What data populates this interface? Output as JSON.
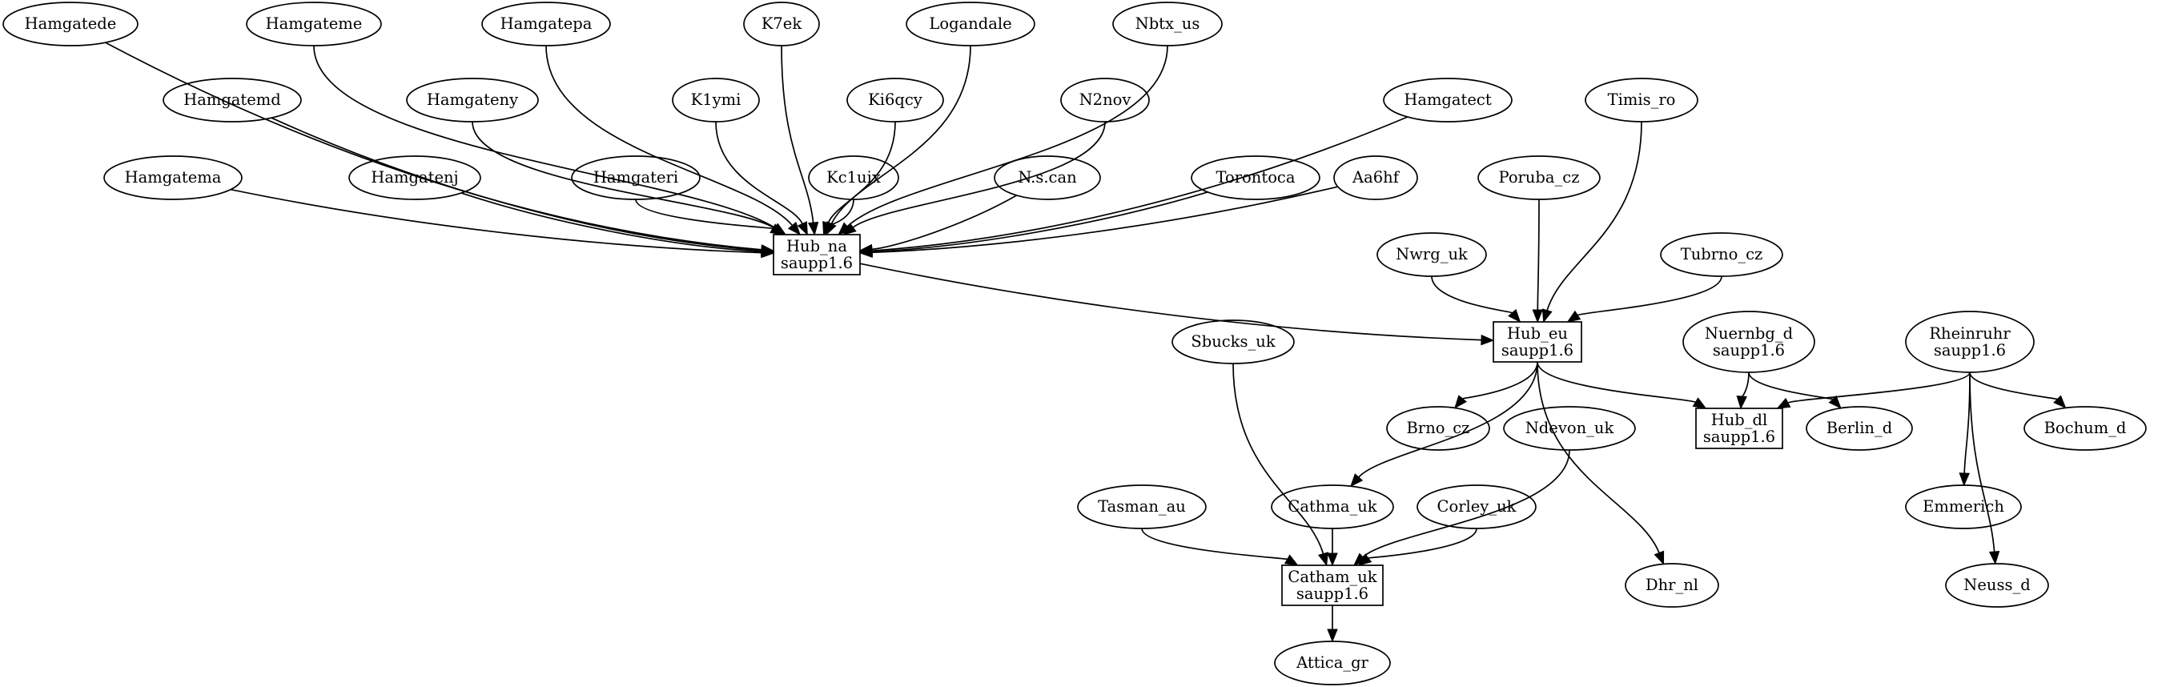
{
  "nodes": {
    "hamgatede": {
      "label": "Hamgatede",
      "shape": "ellipse"
    },
    "hamgateme": {
      "label": "Hamgateme",
      "shape": "ellipse"
    },
    "hamgatepa": {
      "label": "Hamgatepa",
      "shape": "ellipse"
    },
    "k7ek": {
      "label": "K7ek",
      "shape": "ellipse"
    },
    "logandale": {
      "label": "Logandale",
      "shape": "ellipse"
    },
    "nbtx_us": {
      "label": "Nbtx_us",
      "shape": "ellipse"
    },
    "hamgatemd": {
      "label": "Hamgatemd",
      "shape": "ellipse"
    },
    "hamgateny": {
      "label": "Hamgateny",
      "shape": "ellipse"
    },
    "k1ymi": {
      "label": "K1ymi",
      "shape": "ellipse"
    },
    "ki6qcy": {
      "label": "Ki6qcy",
      "shape": "ellipse"
    },
    "n2nov": {
      "label": "N2nov",
      "shape": "ellipse"
    },
    "hamgatect": {
      "label": "Hamgatect",
      "shape": "ellipse"
    },
    "timis_ro": {
      "label": "Timis_ro",
      "shape": "ellipse"
    },
    "hamgatema": {
      "label": "Hamgatema",
      "shape": "ellipse"
    },
    "hamgatenj": {
      "label": "Hamgatenj",
      "shape": "ellipse"
    },
    "hamgateri": {
      "label": "Hamgateri",
      "shape": "ellipse"
    },
    "kc1uix": {
      "label": "Kc1uix",
      "shape": "ellipse"
    },
    "nscan": {
      "label": "N.s.can",
      "shape": "ellipse"
    },
    "torontoca": {
      "label": "Torontoca",
      "shape": "ellipse"
    },
    "aa6hf": {
      "label": "Aa6hf",
      "shape": "ellipse"
    },
    "poruba_cz": {
      "label": "Poruba_cz",
      "shape": "ellipse"
    },
    "hub_na": {
      "label": "Hub_na",
      "sublabel": "saupp1.6",
      "shape": "box"
    },
    "nwrg_uk": {
      "label": "Nwrg_uk",
      "shape": "ellipse"
    },
    "tubrno_cz": {
      "label": "Tubrno_cz",
      "shape": "ellipse"
    },
    "sbucks_uk": {
      "label": "Sbucks_uk",
      "shape": "ellipse"
    },
    "hub_eu": {
      "label": "Hub_eu",
      "sublabel": "saupp1.6",
      "shape": "box"
    },
    "nuernbg_d": {
      "label": "Nuernbg_d",
      "sublabel": "saupp1.6",
      "shape": "ellipse"
    },
    "rheinruhr": {
      "label": "Rheinruhr",
      "sublabel": "saupp1.6",
      "shape": "ellipse"
    },
    "brno_cz": {
      "label": "Brno_cz",
      "shape": "ellipse"
    },
    "ndevon_uk": {
      "label": "Ndevon_uk",
      "shape": "ellipse"
    },
    "hub_dl": {
      "label": "Hub_dl",
      "sublabel": "saupp1.6",
      "shape": "box"
    },
    "berlin_d": {
      "label": "Berlin_d",
      "shape": "ellipse"
    },
    "bochum_d": {
      "label": "Bochum_d",
      "shape": "ellipse"
    },
    "tasman_au": {
      "label": "Tasman_au",
      "shape": "ellipse"
    },
    "cathma_uk": {
      "label": "Cathma_uk",
      "shape": "ellipse"
    },
    "corley_uk": {
      "label": "Corley_uk",
      "shape": "ellipse"
    },
    "emmerich": {
      "label": "Emmerich",
      "shape": "ellipse"
    },
    "catham_uk": {
      "label": "Catham_uk",
      "sublabel": "saupp1.6",
      "shape": "box"
    },
    "dhr_nl": {
      "label": "Dhr_nl",
      "shape": "ellipse"
    },
    "neuss_d": {
      "label": "Neuss_d",
      "shape": "ellipse"
    },
    "attica_gr": {
      "label": "Attica_gr",
      "shape": "ellipse"
    }
  },
  "edges": [
    {
      "from": "hamgatede",
      "to": "hub_na"
    },
    {
      "from": "hamgateme",
      "to": "hub_na"
    },
    {
      "from": "hamgatepa",
      "to": "hub_na"
    },
    {
      "from": "k7ek",
      "to": "hub_na"
    },
    {
      "from": "logandale",
      "to": "hub_na"
    },
    {
      "from": "nbtx_us",
      "to": "hub_na"
    },
    {
      "from": "hamgatemd",
      "to": "hub_na"
    },
    {
      "from": "hamgateny",
      "to": "hub_na"
    },
    {
      "from": "k1ymi",
      "to": "hub_na"
    },
    {
      "from": "ki6qcy",
      "to": "hub_na"
    },
    {
      "from": "n2nov",
      "to": "hub_na"
    },
    {
      "from": "hamgatect",
      "to": "hub_na"
    },
    {
      "from": "hamgatema",
      "to": "hub_na"
    },
    {
      "from": "hamgatenj",
      "to": "hub_na"
    },
    {
      "from": "hamgateri",
      "to": "hub_na"
    },
    {
      "from": "kc1uix",
      "to": "hub_na"
    },
    {
      "from": "nscan",
      "to": "hub_na"
    },
    {
      "from": "torontoca",
      "to": "hub_na"
    },
    {
      "from": "aa6hf",
      "to": "hub_na"
    },
    {
      "from": "hub_na",
      "to": "hub_eu"
    },
    {
      "from": "poruba_cz",
      "to": "hub_eu"
    },
    {
      "from": "timis_ro",
      "to": "hub_eu"
    },
    {
      "from": "nwrg_uk",
      "to": "hub_eu"
    },
    {
      "from": "tubrno_cz",
      "to": "hub_eu"
    },
    {
      "from": "hub_eu",
      "to": "brno_cz"
    },
    {
      "from": "hub_eu",
      "to": "cathma_uk"
    },
    {
      "from": "hub_eu",
      "to": "hub_dl"
    },
    {
      "from": "hub_eu",
      "to": "dhr_nl"
    },
    {
      "from": "nuernbg_d",
      "to": "hub_dl"
    },
    {
      "from": "nuernbg_d",
      "to": "berlin_d"
    },
    {
      "from": "rheinruhr",
      "to": "hub_dl"
    },
    {
      "from": "rheinruhr",
      "to": "bochum_d"
    },
    {
      "from": "rheinruhr",
      "to": "emmerich"
    },
    {
      "from": "rheinruhr",
      "to": "neuss_d"
    },
    {
      "from": "sbucks_uk",
      "to": "catham_uk"
    },
    {
      "from": "tasman_au",
      "to": "catham_uk"
    },
    {
      "from": "cathma_uk",
      "to": "catham_uk"
    },
    {
      "from": "corley_uk",
      "to": "catham_uk"
    },
    {
      "from": "ndevon_uk",
      "to": "catham_uk"
    },
    {
      "from": "catham_uk",
      "to": "attica_gr"
    }
  ]
}
